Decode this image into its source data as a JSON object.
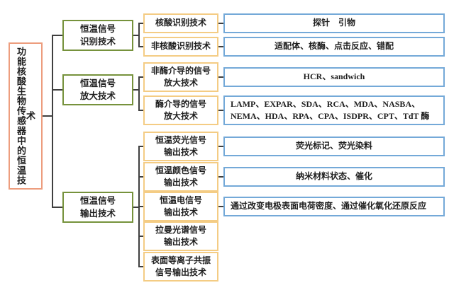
{
  "colors": {
    "root_border": "#ED9D7E",
    "branch_border": "#76923C",
    "sub_border": "#F4CC84",
    "leaf_border": "#74A9D8",
    "connector": "#3F3F3F",
    "text": "#1F1F1F",
    "background": "#FFFFFF"
  },
  "diagram": {
    "root": {
      "label": "功能核酸生物传感器中的恒温技术"
    },
    "branches": [
      {
        "label": "恒温信号\n识别技术"
      },
      {
        "label": "恒温信号\n放大技术"
      },
      {
        "label": "恒温信号\n输出技术"
      }
    ],
    "subs": [
      {
        "label": "核酸识别技术"
      },
      {
        "label": "非核酸识别技术"
      },
      {
        "label": "非酶介导的信号\n放大技术"
      },
      {
        "label": "酶介导的信号\n放大技术"
      },
      {
        "label": "恒温荧光信号\n输出技术"
      },
      {
        "label": "恒温颜色信号\n输出技术"
      },
      {
        "label": "恒温电信号\n输出技术"
      },
      {
        "label": "拉曼光谱信号\n输出技术"
      },
      {
        "label": "表面等离子共振\n信号输出技术"
      }
    ],
    "leaves": [
      {
        "label": "探针　引物"
      },
      {
        "label": "适配体、核酶、点击反应、错配"
      },
      {
        "label": "HCR、sandwich"
      },
      {
        "label": "LAMP、EXPAR、SDA、RCA、MDA、NASBA、NEMA、HDA、RPA、CPA、ISDPR、CPT、TdT 酶"
      },
      {
        "label": "荧光标记、荧光染料"
      },
      {
        "label": "纳米材料状态、催化"
      },
      {
        "label": "通过改变电极表面电荷密度、通过催化氧化还原反应"
      }
    ]
  }
}
